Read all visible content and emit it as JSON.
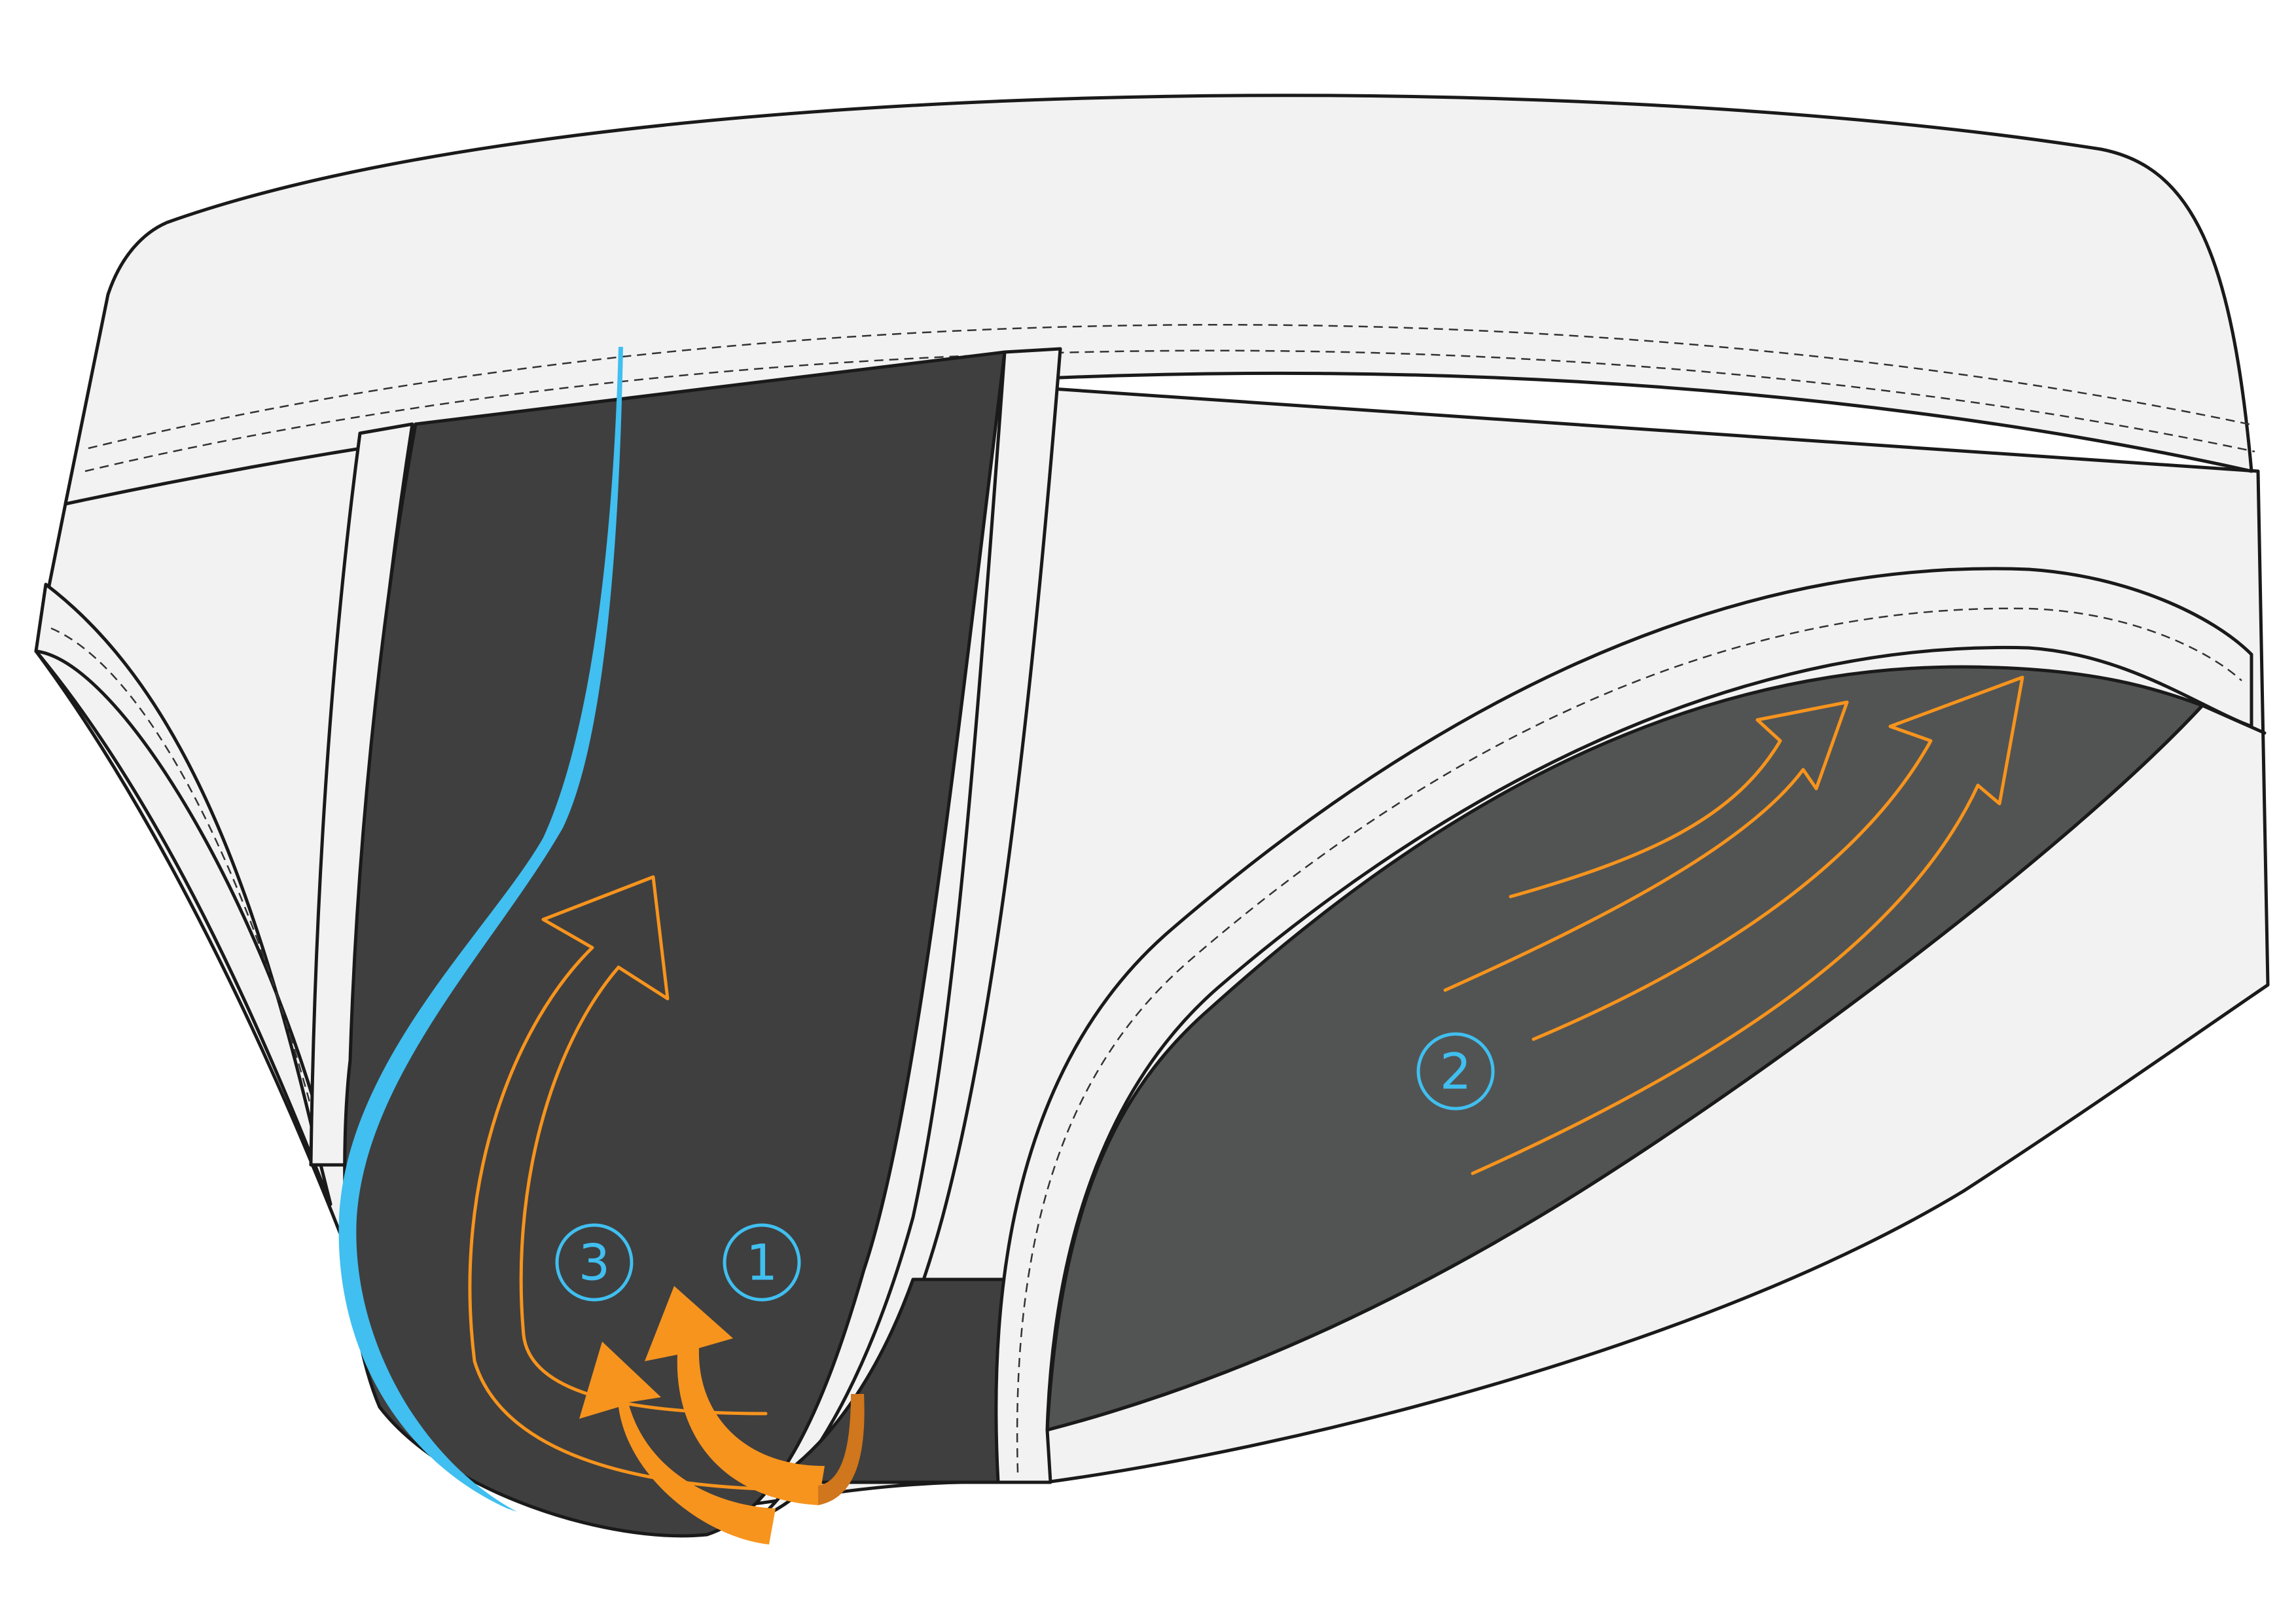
{
  "colors": {
    "fabric": "#f2f2f2",
    "pouch": "#3f3f3f",
    "gusset": "#525453",
    "outline": "#1a1a1a",
    "accent_blue": "#40bff0",
    "arrow_orange": "#f7941d",
    "arrow_orange_dark": "#d0761c"
  },
  "badges": [
    {
      "label": "1"
    },
    {
      "label": "2"
    },
    {
      "label": "3"
    }
  ]
}
